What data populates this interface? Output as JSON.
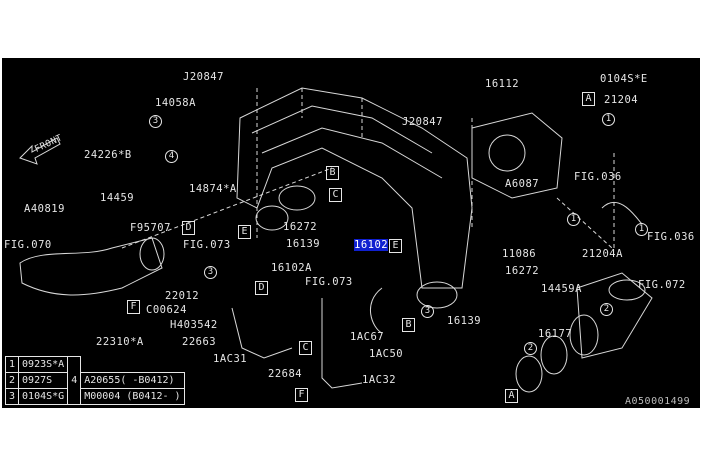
{
  "diagram_id": "A050001499",
  "front_label": "FRONT",
  "labels": {
    "j20847_left": "J20847",
    "p14058a": "14058A",
    "p24226b": "24226*B",
    "p14874a": "14874*A",
    "p14459": "14459",
    "a40819": "A40819",
    "f95707": "F95707",
    "p16272_left": "16272",
    "p16139_left": "16139",
    "fig070": "FIG.070",
    "fig073_left": "FIG.073",
    "p16112": "16112",
    "p0104se": "0104S*E",
    "p21204": "21204",
    "j20847_right": "J20847",
    "fig036_top": "FIG.036",
    "a6087": "A6087",
    "p11086": "11086",
    "p21204a": "21204A",
    "fig036_right": "FIG.036",
    "p16102": "16102",
    "p16272_right": "16272",
    "p14459a": "14459A",
    "fig072": "FIG.072",
    "p16139_right": "16139",
    "p16177": "16177",
    "p1ac67": "1AC67",
    "p1ac50": "1AC50",
    "p1ac32": "1AC32",
    "p16102a": "16102A",
    "fig073_mid": "FIG.073",
    "p22012": "22012",
    "c00624": "C00624",
    "h403542": "H403542",
    "p22310a": "22310*A",
    "p22663": "22663",
    "p1ac31": "1AC31",
    "p22684": "22684"
  },
  "ref_letters": {
    "A": "A",
    "B": "B",
    "C": "C",
    "D": "D",
    "E": "E",
    "F": "F"
  },
  "ref_numbers": {
    "n1": "1",
    "n2": "2",
    "n3": "3",
    "n4": "4"
  },
  "legend": {
    "rows": [
      {
        "num": "1",
        "part": "0923S*A"
      },
      {
        "num": "2",
        "part": "0927S"
      },
      {
        "num": "3",
        "part": "0104S*G"
      }
    ],
    "group4": {
      "num": "4",
      "parts": [
        "A20655( -B0412)",
        "M00004 (B0412- )"
      ]
    }
  },
  "colors": {
    "background": "#000000",
    "line": "#e6e6e6",
    "highlight": "#1020d0"
  }
}
